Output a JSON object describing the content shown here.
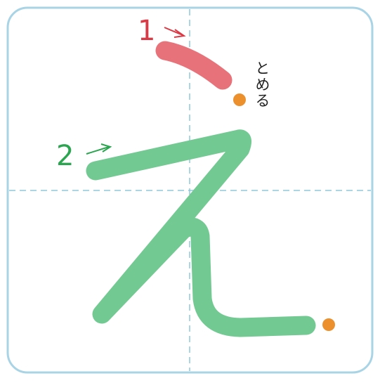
{
  "character": "え",
  "strokes": [
    {
      "number": "1",
      "color": "#e8727a",
      "number_color": "#d93a45"
    },
    {
      "number": "2",
      "color": "#72c992",
      "number_color": "#2ba550"
    }
  ],
  "annotation": {
    "text": "とめる"
  },
  "colors": {
    "frame": "#a9d4e6",
    "guide": "#8fc8dc",
    "stop_dot": "#ec902e"
  },
  "icons": [
    "stroke-1-arrow-icon",
    "stroke-2-arrow-icon",
    "stop-dot-icon"
  ]
}
